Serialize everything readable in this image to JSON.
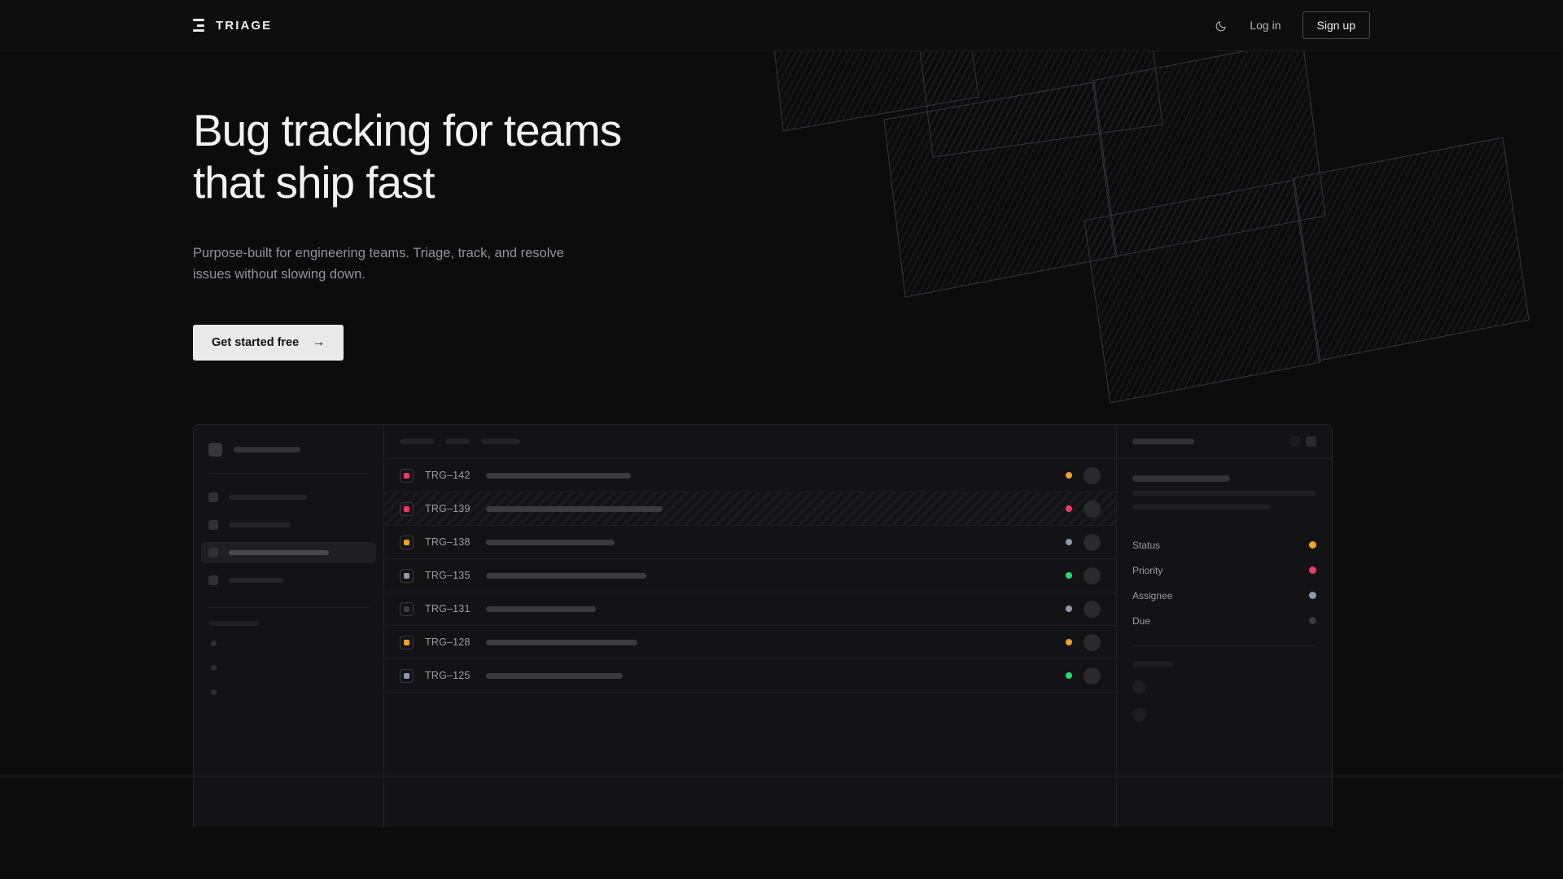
{
  "nav": {
    "brand": "TRIAGE",
    "logo_icon": "stacked-bars-icon",
    "theme_toggle_icon": "moon-icon",
    "login_label": "Log in",
    "signup_label": "Sign up"
  },
  "hero": {
    "heading_line1": "Bug tracking for teams",
    "heading_line2": "that ship fast",
    "subtext": "Purpose-built for engineering teams. Triage, track, and resolve issues without slowing down.",
    "cta_label": "Get started free",
    "cta_arrow": "→"
  },
  "colors": {
    "page_bg": "#0c0c0d",
    "nav_bg": "#0e0e0f",
    "panel_bg": "#131315",
    "border": "#242427",
    "text_primary": "#f2f2f2",
    "text_muted": "#93939a",
    "cta_bg": "#e9e9e9",
    "status_orange": "#f0a229",
    "status_pink": "#f0396a",
    "status_green": "#22dd70",
    "status_slate": "#8e9aab",
    "status_gray": "#3a3a40"
  },
  "mockup": {
    "sidebar": {
      "nav_item_count": 4,
      "active_nav_index": 2,
      "mini_item_count": 3
    },
    "toolbar": {
      "pill_widths": [
        42,
        30,
        48
      ]
    },
    "issues": [
      {
        "id": "TRG–142",
        "badge_color": "#f0396a",
        "title_width": 178,
        "status_color": "#f0a229",
        "selected": false
      },
      {
        "id": "TRG–139",
        "badge_color": "#f0396a",
        "title_width": 217,
        "status_color": "#f0396a",
        "selected": true
      },
      {
        "id": "TRG–138",
        "badge_color": "#f0a229",
        "title_width": 158,
        "status_color": "#8e9aab",
        "selected": false
      },
      {
        "id": "TRG–135",
        "badge_color": "#8e9aab",
        "title_width": 197,
        "status_color": "#22dd70",
        "selected": false
      },
      {
        "id": "TRG–131",
        "badge_color": "#3a3a40",
        "title_width": 135,
        "status_color": "#8e9aab",
        "selected": false
      },
      {
        "id": "TRG–128",
        "badge_color": "#f0a229",
        "title_width": 186,
        "status_color": "#f0a229",
        "selected": false
      },
      {
        "id": "TRG–125",
        "badge_color": "#8e9aab",
        "title_width": 168,
        "status_color": "#22dd70",
        "selected": false
      }
    ],
    "detail": {
      "header_button_count": 2,
      "description_line_widths": [
        226,
        170
      ],
      "meta": [
        {
          "label": "Status",
          "dot_color": "#f0a229"
        },
        {
          "label": "Priority",
          "dot_color": "#f0396a"
        },
        {
          "label": "Assignee",
          "dot_color": "#8e9aab"
        },
        {
          "label": "Due",
          "dot_color": "#3a3a40"
        }
      ],
      "activity_avatar_count": 2
    }
  }
}
